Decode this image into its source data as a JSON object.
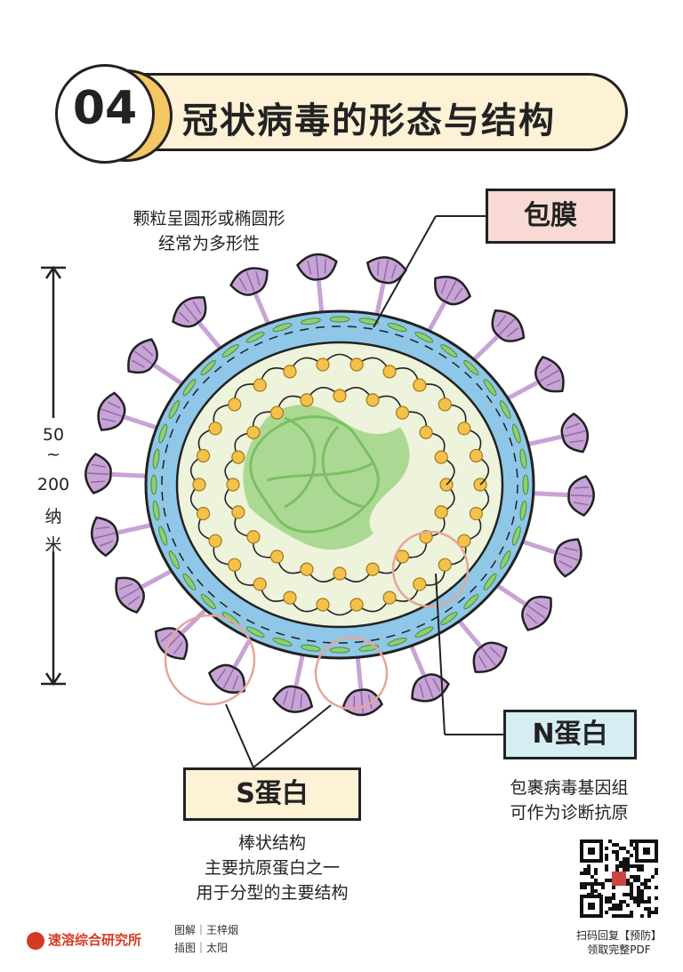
{
  "title": {
    "number": "04",
    "text": "冠状病毒的形态与结构"
  },
  "note_shape": {
    "line1": "颗粒呈圆形或椭圆形",
    "line2": "经常为多形性"
  },
  "size": {
    "value1": "50",
    "tilde": "~",
    "value2": "200",
    "unit1": "纳",
    "unit2": "米"
  },
  "labels": {
    "envelope": "包膜",
    "n_protein": "N蛋白",
    "s_protein": "S蛋白"
  },
  "note_n": {
    "line1": "包裹病毒基因组",
    "line2": "可作为诊断抗原"
  },
  "note_s": {
    "line1": "棒状结构",
    "line2": "主要抗原蛋白之一",
    "line3": "用于分型的主要结构"
  },
  "footer": {
    "logo_text": "速溶综合研究所",
    "credit1": "图解｜王梓烟",
    "credit2": "插图｜太阳",
    "qr_line1": "扫码回复【预防】",
    "qr_line2": "领取完整PDF"
  },
  "colors": {
    "spike": "#c7a3d6",
    "membrane": "#8ec7e8",
    "core": "#eef3dc",
    "rna": "#9fd386",
    "n_bead": "#f6c14a",
    "highlight": "#e6a59a"
  }
}
